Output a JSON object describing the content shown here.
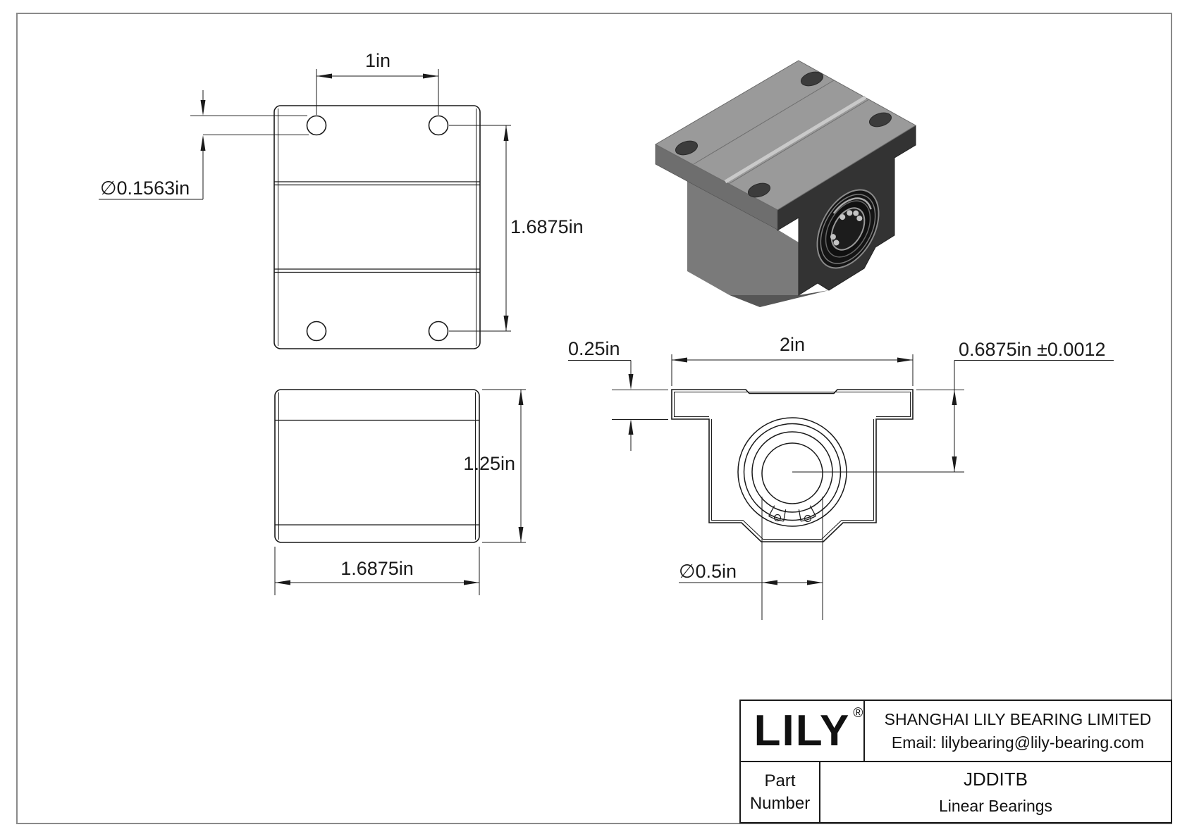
{
  "drawing": {
    "top_view": {
      "dim_hole_spacing_label": "1in",
      "dim_hole_diameter_label": "∅0.1563in",
      "dim_hole_vertical_spacing_label": "1.6875in"
    },
    "side_view": {
      "dim_height_label": "1.25in",
      "dim_width_label": "1.6875in"
    },
    "front_view": {
      "dim_flange_thickness_label": "0.25in",
      "dim_width_label": "2in",
      "dim_center_height_label": "0.6875in ±0.0012",
      "dim_bore_diameter_label": "∅0.5in"
    },
    "colors": {
      "line": "#1a1a1a",
      "page_border": "#8a8a8a",
      "iso_top_face": "#9a9a9a",
      "iso_front_face": "#333333",
      "iso_side_face": "#6e6e6e"
    }
  },
  "title_block": {
    "logo": "LILY",
    "registered": "®",
    "company": "SHANGHAI LILY BEARING LIMITED",
    "email": "Email: lilybearing@lily-bearing.com",
    "part_label": "Part Number",
    "part_number": "JDDITB",
    "category": "Linear Bearings"
  }
}
